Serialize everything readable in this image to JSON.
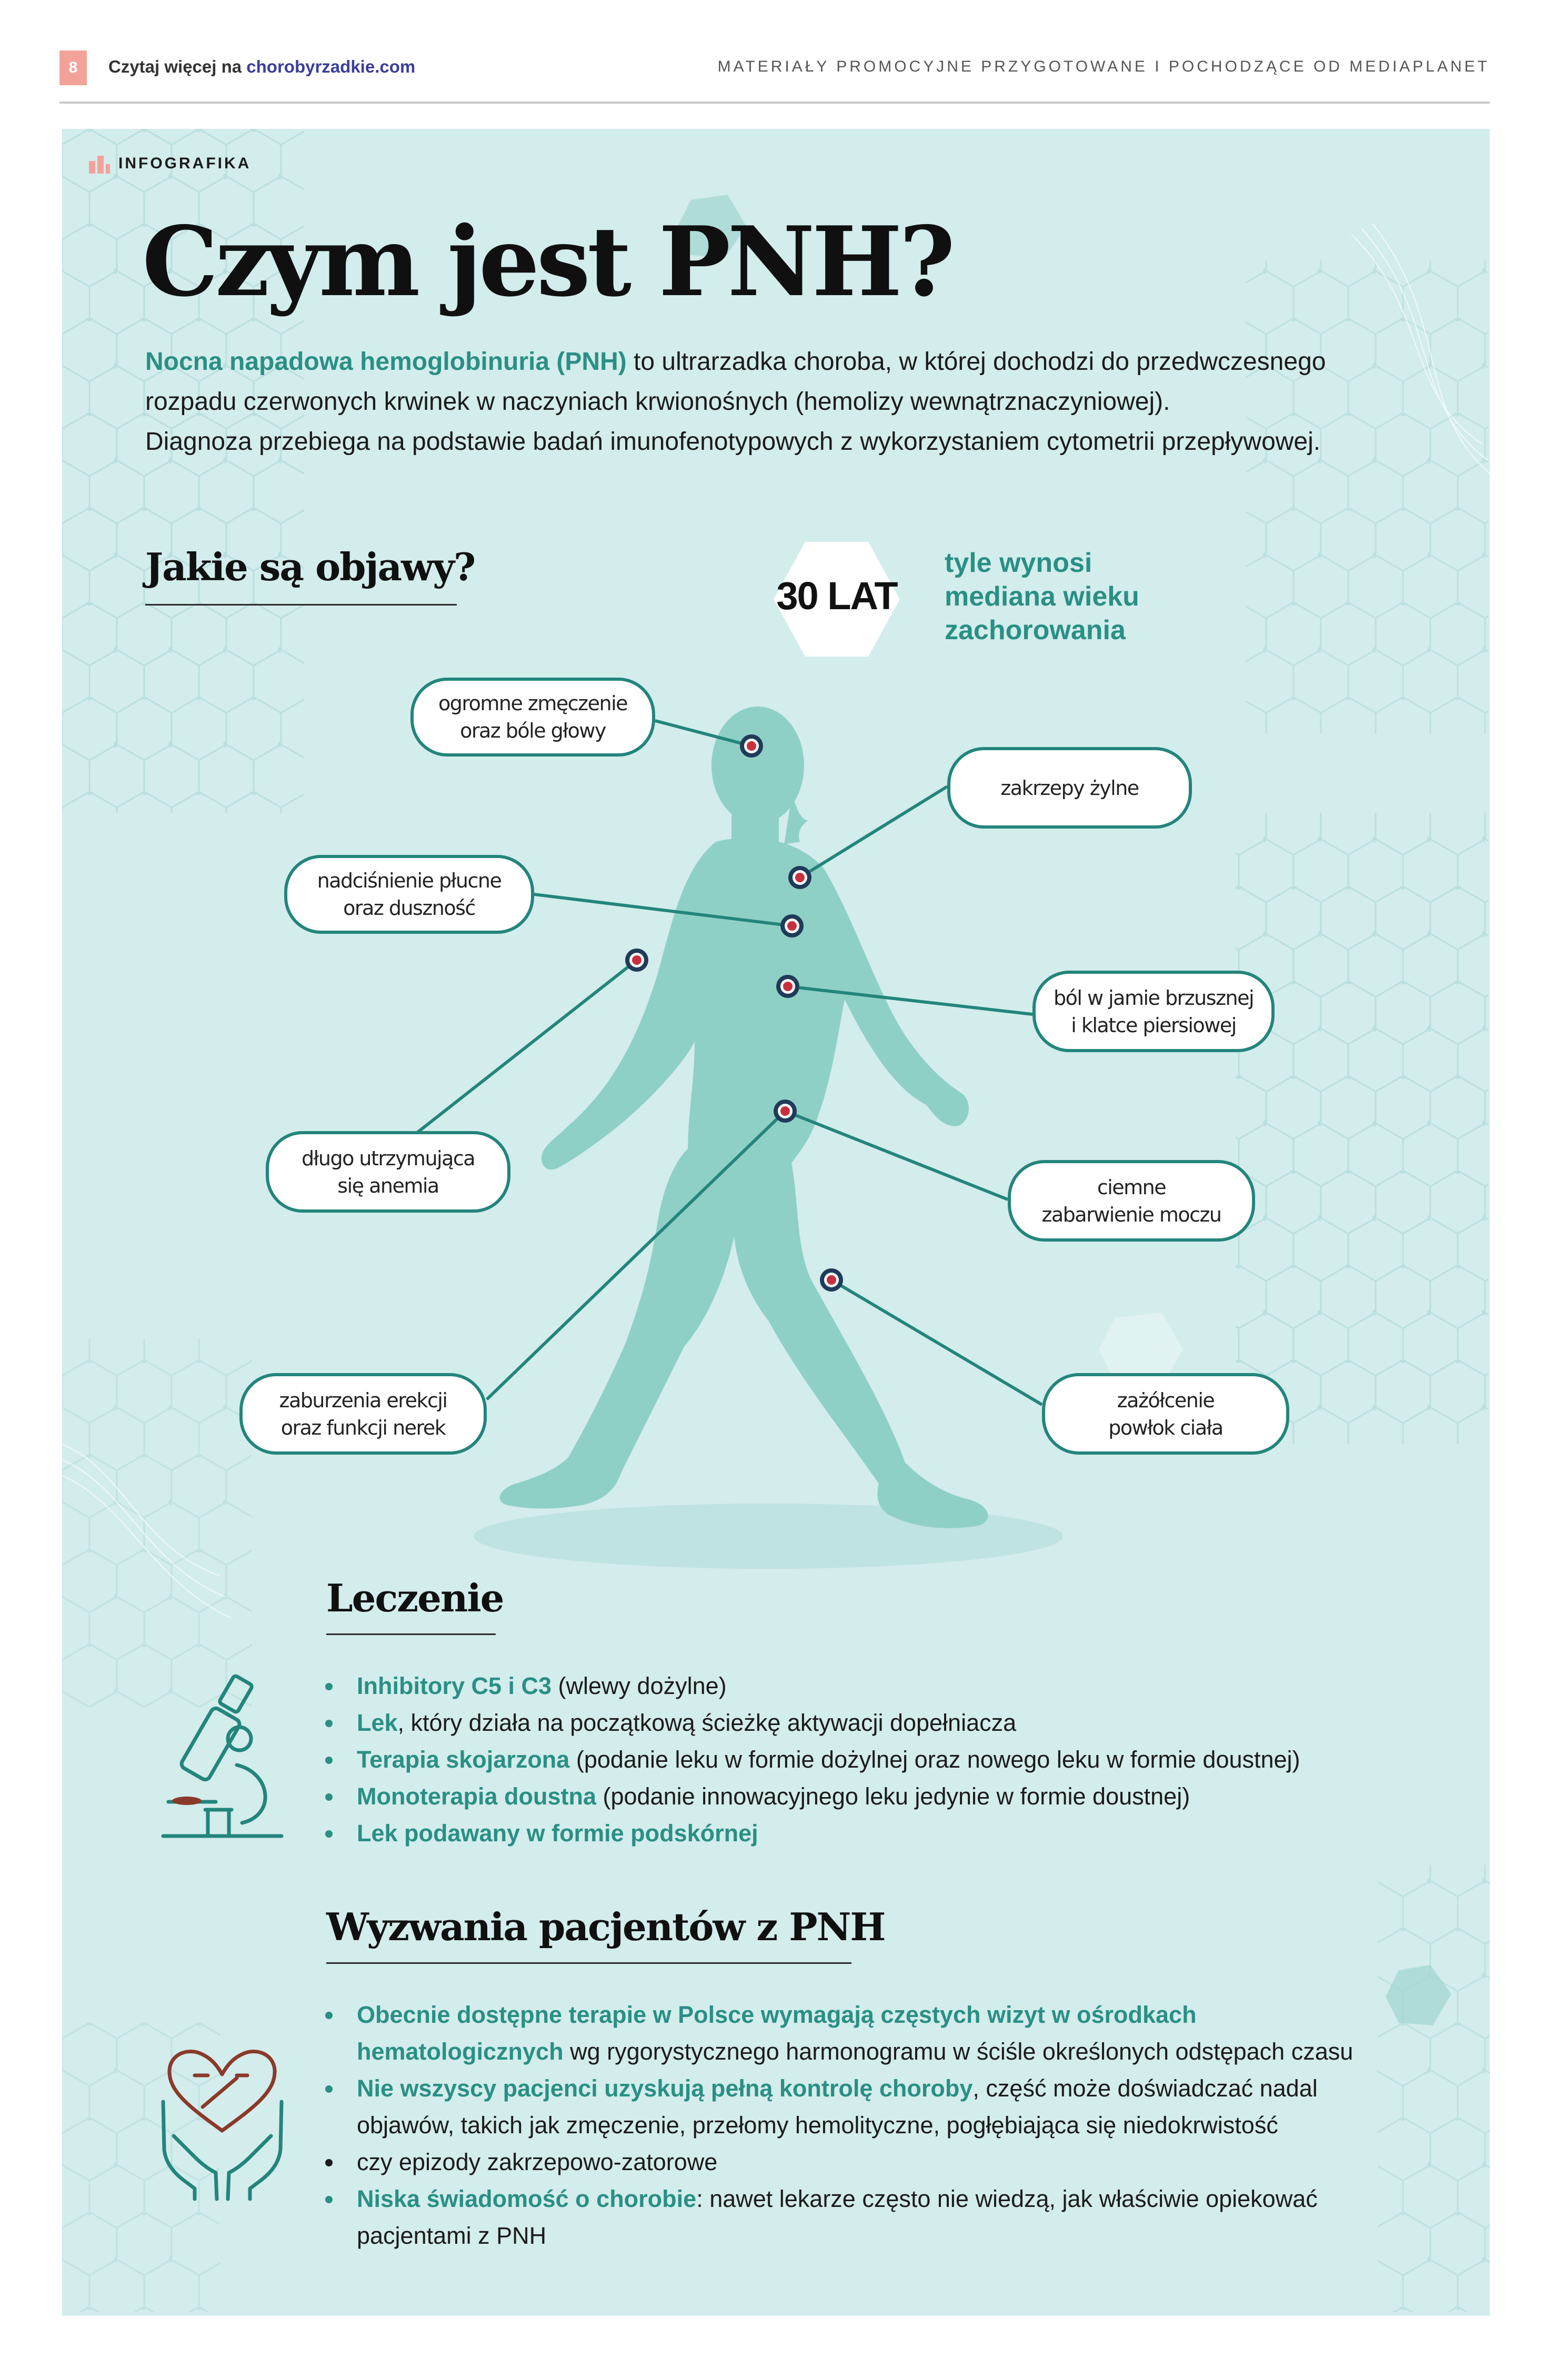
{
  "header": {
    "page_number": "8",
    "read_more_prefix": "Czytaj więcej na ",
    "read_more_url": "chorobyrzadkie.com",
    "promo": "MATERIAŁY PROMOCYJNE PRZYGOTOWANE I POCHODZĄCE OD MEDIAPLANET"
  },
  "tag": "INFOGRAFIKA",
  "title": "Czym jest PNH?",
  "intro": {
    "highlight": "Nocna napadowa hemoglobinuria (PNH)",
    "line1_rest": " to ultrarzadka choroba, w której dochodzi do przedwczesnego",
    "line2": "rozpadu czerwonych krwinek w naczyniach krwionośnych (hemolizy wewnątrznaczyniowej).",
    "line3": "Diagnoza przebiega na podstawie badań imunofenotypowych z wykorzystaniem cytometrii przepływowej."
  },
  "symptoms": {
    "heading": "Jakie są objawy?",
    "stat_value": "30 LAT",
    "stat_text_1": "tyle wynosi",
    "stat_text_2": "mediana wieku",
    "stat_text_3": "zachorowania",
    "items": [
      {
        "l1": "ogromne zmęczenie",
        "l2": "oraz bóle głowy"
      },
      {
        "l1": "zakrzepy żylne",
        "l2": ""
      },
      {
        "l1": "nadciśnienie płucne",
        "l2": "oraz duszność"
      },
      {
        "l1": "ból w jamie brzusznej",
        "l2": "i klatce piersiowej"
      },
      {
        "l1": "długo utrzymująca",
        "l2": "się anemia"
      },
      {
        "l1": "ciemne",
        "l2": "zabarwienie moczu"
      },
      {
        "l1": "zaburzenia erekcji",
        "l2": "oraz funkcji nerek"
      },
      {
        "l1": "zażółcenie",
        "l2": "powłok ciała"
      }
    ]
  },
  "treatment": {
    "heading": "Leczenie",
    "items": [
      {
        "hl": "Inhibitory C5 i C3",
        "rest": " (wlewy dożylne)"
      },
      {
        "hl": "Lek",
        "rest": ", który działa na początkową ścieżkę aktywacji dopełniacza"
      },
      {
        "hl": "Terapia skojarzona",
        "rest": " (podanie leku w formie dożylnej oraz nowego leku w formie doustnej)"
      },
      {
        "hl": "Monoterapia doustna",
        "rest": " (podanie innowacyjnego leku jedynie w formie doustnej)"
      },
      {
        "hl": "Lek podawany w formie podskórnej",
        "rest": ""
      }
    ]
  },
  "challenges": {
    "heading": "Wyzwania pacjentów z PNH",
    "item1_hl_a": "Obecnie dostępne terapie w Polsce wymagają częstych wizyt w ośrodkach",
    "item1_hl_b": "hematologicznych",
    "item1_rest": " wg rygorystycznego harmonogramu w ściśle określonych odstępach czasu",
    "item2_hl": "Nie wszyscy pacjenci uzyskują pełną kontrolę choroby",
    "item2_rest_a": ", część może doświadczać nadal",
    "item2_rest_b": "objawów, takich jak zmęczenie, przełomy hemolityczne, pogłębiająca się niedokrwistość",
    "item3": "czy epizody zakrzepowo-zatorowe",
    "item4_hl": "Niska świadomość o chorobie",
    "item4_rest_a": ": nawet lekarze często nie wiedzą, jak właściwie opiekować",
    "item4_rest_b": "pacjentami z PNH"
  },
  "colors": {
    "panel_bg": "#d3ecec",
    "accent_teal": "#2a8f84",
    "figure": "#8fd0c6",
    "marker_red": "#c8303d",
    "heart_brown": "#8a3a2a"
  }
}
